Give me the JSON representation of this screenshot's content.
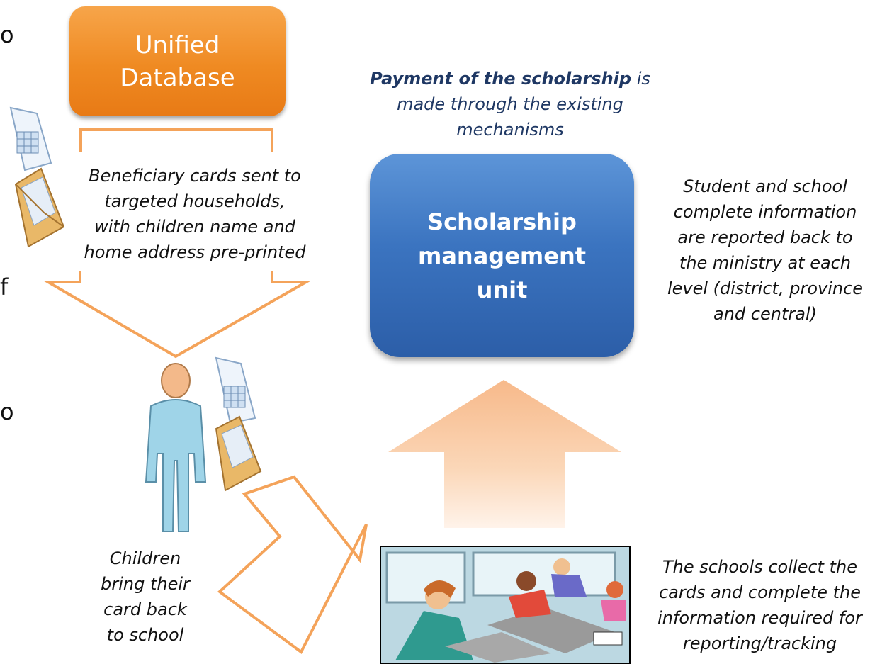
{
  "unified_database": {
    "line1": "Unified",
    "line2": "Database"
  },
  "scholarship_unit": {
    "line1": "Scholarship",
    "line2": "management",
    "line3": "unit"
  },
  "payment_note": {
    "bold": "Payment of the scholarship",
    "rest1": " is",
    "line2": "made through the existing",
    "line3": "mechanisms"
  },
  "beneficiary_note": [
    "Beneficiary cards sent to",
    "targeted households,",
    "with children name and",
    "home address pre-printed"
  ],
  "reporting_note": [
    "Student and school",
    "complete information",
    "are reported back to",
    "the ministry at each",
    "level (district, province",
    "and central)"
  ],
  "children_note": [
    "Children",
    "bring their",
    "card back",
    "to school"
  ],
  "schools_note": [
    "The schools collect the",
    "cards and complete the",
    "information required for",
    "reporting/tracking"
  ],
  "cut_text": {
    "a": "o",
    "b": "f",
    "c": "o"
  },
  "colors": {
    "orange": "#ef8a22",
    "blue": "#3b74c0",
    "payment_text": "#1f3864",
    "arrow_peach": "#f9c9a0"
  }
}
